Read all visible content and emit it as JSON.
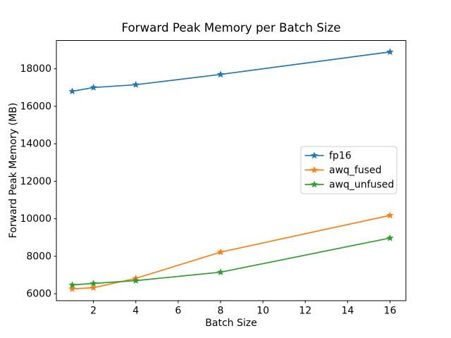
{
  "figure": {
    "background": "#ffffff"
  },
  "chart_data": {
    "type": "line",
    "title": "Forward Peak Memory per Batch Size",
    "xlabel": "Batch Size",
    "ylabel": "Forward Peak Memory (MB)",
    "x": [
      1,
      2,
      4,
      8,
      16
    ],
    "series": [
      {
        "name": "fp16",
        "color": "#1f77b4",
        "marker": "star",
        "values": [
          16800,
          17000,
          17150,
          17700,
          18900
        ]
      },
      {
        "name": "awq_fused",
        "color": "#ff7f0e",
        "marker": "star",
        "values": [
          6260,
          6320,
          6820,
          8220,
          10180
        ]
      },
      {
        "name": "awq_unfused",
        "color": "#2ca02c",
        "marker": "star",
        "values": [
          6470,
          6550,
          6700,
          7150,
          8970
        ]
      }
    ],
    "xticks": [
      2,
      4,
      6,
      8,
      10,
      12,
      14,
      16
    ],
    "yticks": [
      6000,
      8000,
      10000,
      12000,
      14000,
      16000,
      18000
    ],
    "xlim": [
      0.25,
      16.75
    ],
    "ylim": [
      5630,
      19510
    ],
    "grid": false,
    "legend": {
      "position": "center-right",
      "entries": [
        "fp16",
        "awq_fused",
        "awq_unfused"
      ]
    },
    "axis_color": "#000000",
    "legend_border_color": "#cccccc",
    "text_color": "#000000"
  }
}
